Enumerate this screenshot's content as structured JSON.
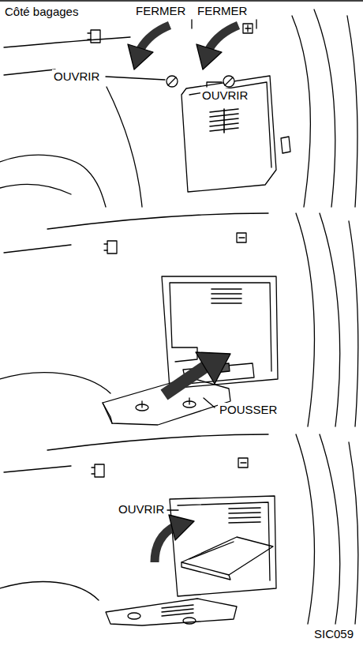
{
  "diagram": {
    "title": "Côté bagages",
    "labels": [
      "FERMER",
      "FERMER",
      "OUVRIR",
      "OUVRIR",
      "POUSSER",
      "OUVRIR",
      "SIC059"
    ]
  }
}
